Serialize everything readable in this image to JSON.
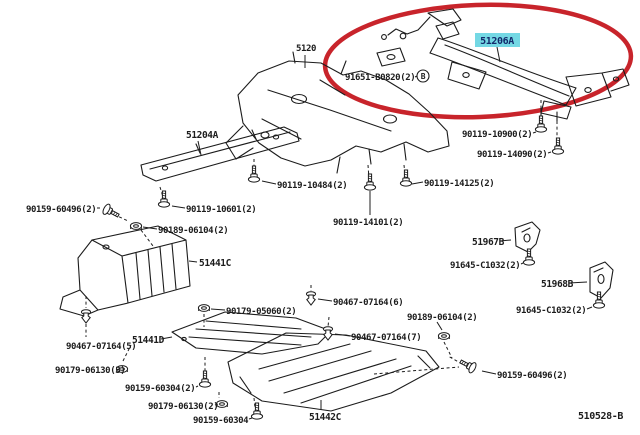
{
  "diagram": {
    "code": "510528-B",
    "kind": "suspension-crossmember-parts-diagram"
  },
  "colors": {
    "red_circle": "#c8242b",
    "highlight_bg": "#74d8e4",
    "highlight_text": "#122a6b",
    "line_color": "#1c1c1c",
    "background": "#ffffff"
  },
  "labels": [
    {
      "id": "part-5120",
      "text": "5120"
    },
    {
      "id": "part-51206a",
      "text": "51206A"
    },
    {
      "id": "bolt-91651-b0820",
      "text": "91651-B0820(2)"
    },
    {
      "id": "bolt-90119-10900",
      "text": "90119-10900(2)"
    },
    {
      "id": "bolt-90119-14090",
      "text": "90119-14090(2)"
    },
    {
      "id": "bolt-90119-14125",
      "text": "90119-14125(2)"
    },
    {
      "id": "bolt-90119-14101",
      "text": "90119-14101(2)"
    },
    {
      "id": "bolt-90119-10484",
      "text": "90119-10484(2)"
    },
    {
      "id": "part-51204a",
      "text": "51204A"
    },
    {
      "id": "screw-90159-60496-left",
      "text": "90159-60496(2)"
    },
    {
      "id": "bolt-90119-10601",
      "text": "90119-10601(2)"
    },
    {
      "id": "nut-90189-06104-left",
      "text": "90189-06104(2)"
    },
    {
      "id": "part-51441c",
      "text": "51441C"
    },
    {
      "id": "clip-90467-07164-5",
      "text": "90467-07164(5)"
    },
    {
      "id": "nut-90179-06130-3",
      "text": "90179-06130(3)"
    },
    {
      "id": "part-51441d",
      "text": "51441D"
    },
    {
      "id": "nut-90179-05060",
      "text": "90179-05060(2)"
    },
    {
      "id": "screw-90159-60304-2",
      "text": "90159-60304(2)"
    },
    {
      "id": "nut-90179-06130-2",
      "text": "90179-06130(2)"
    },
    {
      "id": "screw-90159-60304",
      "text": "90159-60304"
    },
    {
      "id": "part-51442c",
      "text": "51442C"
    },
    {
      "id": "clip-90467-07164-6",
      "text": "90467-07164(6)"
    },
    {
      "id": "clip-90467-07164-7",
      "text": "90467-07164(7)"
    },
    {
      "id": "nut-90189-06104-right",
      "text": "90189-06104(2)"
    },
    {
      "id": "bolt-91645-c1032-upper",
      "text": "91645-C1032(2)"
    },
    {
      "id": "part-51967b",
      "text": "51967B"
    },
    {
      "id": "part-51968b",
      "text": "51968B"
    },
    {
      "id": "bolt-91645-c1032-lower",
      "text": "91645-C1032(2)"
    },
    {
      "id": "screw-90159-60496-right",
      "text": "90159-60496(2)"
    },
    {
      "id": "diagram-code",
      "text": "510528-B"
    },
    {
      "id": "callout-b",
      "text": "B"
    }
  ]
}
